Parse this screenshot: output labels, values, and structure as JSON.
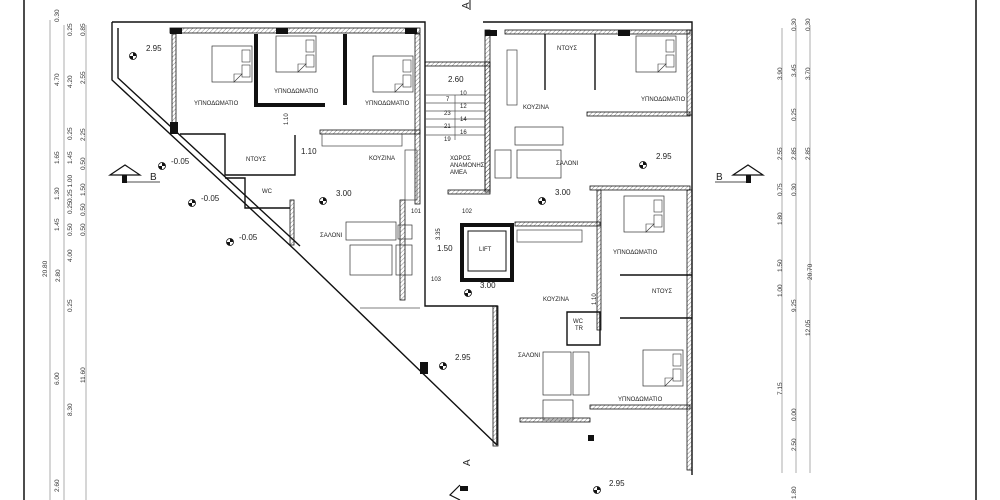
{
  "drawing": {
    "section_markers": {
      "a_top": "A",
      "a_bottom": "A",
      "b_left": "B",
      "b_right": "B"
    },
    "left_dimensions": {
      "col1": [
        "0.30",
        "4.70",
        "1.65",
        "1.30",
        "1.45",
        "20.80",
        "6.00",
        "2.60"
      ],
      "col2": [
        "0.25",
        "4.20",
        "0.25",
        "1.45",
        "0.25 1.00",
        "0.25",
        "0.50",
        "4.00",
        "2.80",
        "0.25",
        "8.30"
      ],
      "col3": [
        "0.85",
        "2.55",
        "2.25",
        "0.50",
        "1.50",
        "0.50",
        "0.50",
        "11.60"
      ]
    },
    "right_dimensions": {
      "col1": [
        "3.90",
        "2.55",
        "0.75",
        "1.80",
        "1.50",
        "1.00",
        "7.15"
      ],
      "col2": [
        "0.30",
        "3.45",
        "0.25",
        "2.85",
        "0.30",
        "9.25",
        "0.00",
        "2.50",
        "1.80"
      ],
      "col3": [
        "0.30",
        "3.70",
        "2.85",
        "20.70",
        "12.05"
      ]
    },
    "left_unit": {
      "balcony_level": "2.95",
      "bedroom1": "ΥΠΝΟΔΩΜΑΤΙΟ",
      "bedroom2": "ΥΠΝΟΔΩΜΑΤΙΟ",
      "bedroom3": "ΥΠΝΟΔΩΜΑΤΙΟ",
      "corridor_dim": "1.10",
      "shower": "ΝΤΟΥΣ",
      "wc": "WC",
      "kitchen_dim": "1.10",
      "kitchen": "ΚΟΥΖΙΝΑ",
      "floor_level": "3.00",
      "living": "ΣΑΛΟΝΙ",
      "ext_levels": [
        "-0.05",
        "-0.05",
        "-0.05"
      ]
    },
    "core": {
      "stair_width": "2.60",
      "steps_right": [
        "10",
        "12",
        "14",
        "16"
      ],
      "steps_left": [
        "7",
        "23",
        "21",
        "19"
      ],
      "waiting_area": [
        "ΧΩΡΟΣ",
        "ΑΝΑΜΟΝΗΣ",
        "ΑΜΕΑ"
      ],
      "door_101": "101",
      "door_102": "102",
      "door_103": "103",
      "dim_335": "3.35",
      "dim_150": "1.50",
      "lift": "LIFT",
      "lobby_level": "3.00"
    },
    "right_unit_top": {
      "shower": "ΝΤΟΥΣ",
      "kitchen": "ΚΟΥΖΙΝΑ",
      "bedroom": "ΥΠΝΟΔΩΜΑΤΙΟ",
      "living": "ΣΑΛΟΝΙ",
      "balcony_level": "2.95",
      "floor_level": "3.00"
    },
    "right_unit_bottom": {
      "bedroom1": "ΥΠΝΟΔΩΜΑΤΙΟ",
      "kitchen": "ΚΟΥΖΙΝΑ",
      "corridor_dim": "1.10",
      "shower": "ΝΤΟΥΣ",
      "wc": "WC",
      "wc2": "TR",
      "living": "ΣΑΛΟΝΙ",
      "veranda_level": "2.95",
      "bedroom2": "ΥΠΝΟΔΩΜΑΤΙΟ",
      "bottom_level": "2.95"
    }
  }
}
